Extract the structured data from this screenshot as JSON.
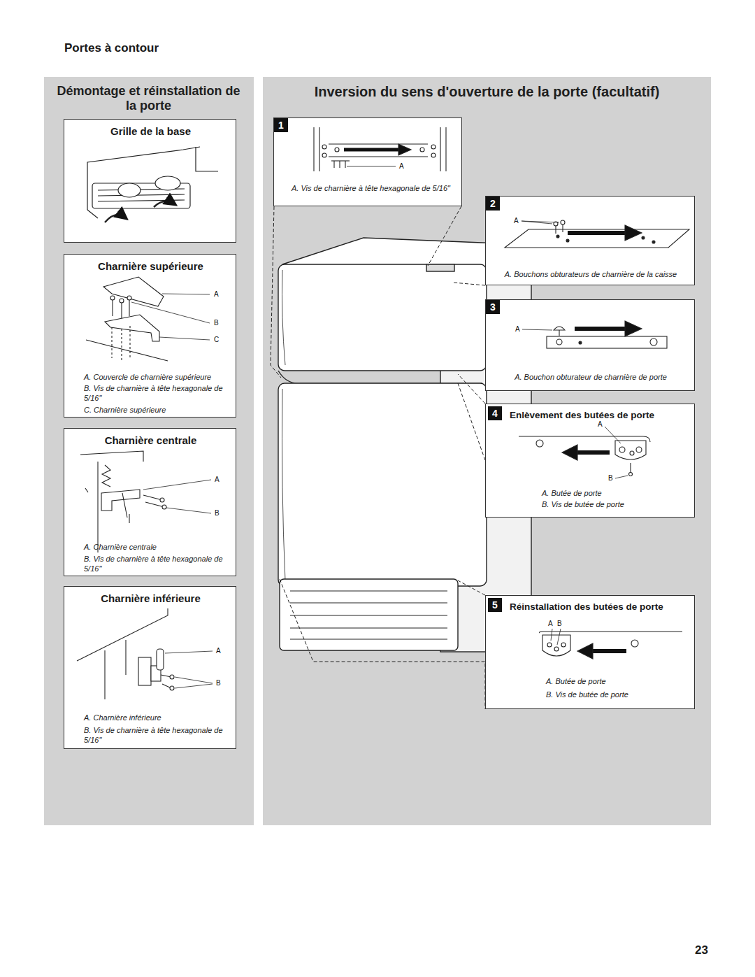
{
  "diagram": {
    "title": "Portes à contour",
    "nodes": [
      {
        "text": [
          "Démontage et réinstallation de la porte"
        ]
      },
      {
        "text": [
          "Grille de la base"
        ],
        "in": 0
      },
      {
        "text": [
          "Charnière supérieure",
          "A. Couvercle de charnière supérieure",
          "B. Vis de charnière à tête hexagonale de 5/16\"",
          "C. Charnière supérieure"
        ],
        "in": 0
      },
      {
        "text": [
          "Charnière centrale",
          "A. Charnière centrale",
          "B. Vis de charnière à tête hexagonale de 5/16\""
        ],
        "in": 0
      },
      {
        "text": [
          "Charnière inférieure",
          "A. Charnière inférieure",
          "B. Vis de charnière à tête hexagonale de 5/16\""
        ],
        "in": 0
      },
      {
        "text": [
          "Inversion du sens d'ouverture de la porte (facultatif)"
        ]
      },
      {
        "text": [
          "1",
          "A. Vis de charnière à tête hexagonale de 5/16\""
        ],
        "in": 5
      },
      {
        "text": [
          "2",
          "A. Bouchons obturateurs de charnière de la caisse"
        ],
        "in": 5
      },
      {
        "text": [
          "3",
          "A. Bouchon obturateur de charnière de porte"
        ],
        "in": 5
      },
      {
        "text": [
          "4",
          "Enlèvement des butées de porte",
          "A. Butée de porte",
          "B. Vis de butée de porte"
        ],
        "in": 5
      },
      {
        "text": [
          "5",
          "Réinstallation des butées de porte",
          "A. Butée de porte",
          "B. Vis de butée de porte"
        ],
        "in": 5
      }
    ],
    "labels": [
      "A",
      "B",
      "C",
      "A",
      "B",
      "A",
      "B",
      "A",
      "A",
      "A",
      "A",
      "B",
      "A",
      "B",
      "23"
    ]
  }
}
